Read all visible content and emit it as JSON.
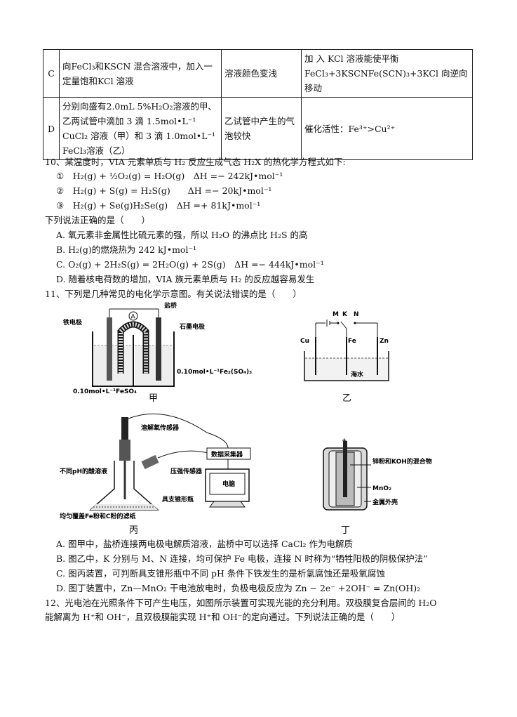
{
  "table": {
    "rows": [
      {
        "key": "C",
        "op": "向FeCl₃和KSCN 混合溶液中，加入一定量饱和KCl 溶液",
        "phenomenon": "溶液颜色变浅",
        "conclusion": "加 入 KCl 溶液能使平衡FeCl₃+3KSCNFe(SCN)₃+3KCl 向逆向移动"
      },
      {
        "key": "D",
        "op": "分别向盛有2.0mL 5%H₂O₂溶液的甲、乙两试管中滴加 3 滴 1.5mol•L⁻¹ CuCl₂ 溶液（甲）和 3 滴 1.0mol•L⁻¹ FeCl₃溶液（乙）",
        "phenomenon": "乙试管中产生的气泡较快",
        "conclusion": "催化活性：Fe³⁺>Cu²⁺"
      }
    ]
  },
  "q10": {
    "stem": "10、某温度时，VIA 元素单质与 H₂ 反应生成气态 H₂X 的热化学方程式如下:",
    "eq1": "①　H₂(g) + ½O₂(g) = H₂O(g)　ΔH =− 242kJ•mol⁻¹",
    "eq2": "②　H₂(g) + S(g) = H₂S(g)　　ΔH =− 20kJ•mol⁻¹",
    "eq3": "③　H₂(g) + Se(g)H₂Se(g)　ΔH =+ 81kJ•mol⁻¹",
    "ask": "下列说法正确的是（　　）",
    "A": "A. 氧元素非金属性比硫元素的强，所以 H₂O 的沸点比 H₂S 的高",
    "B": "B. H₂(g)的燃烧热为 242 kJ•mol⁻¹",
    "C": "C. O₂(g) + 2H₂S(g) = 2H₂O(g) + 2S(g)　ΔH =− 444kJ•mol⁻¹",
    "D": "D. 随着核电荷数的增加，VIA 族元素单质与 H₂ 的反应越容易发生"
  },
  "q11": {
    "stem": "11、下列是几种常见的电化学示意图。有关说法错误的是（　　）",
    "fig_jia": {
      "caption": "甲",
      "salt_bridge": "盐桥",
      "iron": "铁电极",
      "graphite": "石墨电极",
      "feso4": "0.10mol•L⁻¹FeSO₄",
      "fe2so43": "0.10mol•L⁻¹Fe₂(SO₄)₃",
      "ammeter": "A"
    },
    "fig_yi": {
      "caption": "乙",
      "M": "M",
      "K": "K",
      "N": "N",
      "cu": "Cu",
      "fe": "Fe",
      "zn": "Zn",
      "sea": "海水"
    },
    "fig_bing": {
      "caption": "丙",
      "o2": "溶解氧传感器",
      "daq": "数据采集器",
      "ph": "不同pH的酸溶液",
      "press": "压强传感器",
      "pc": "电脑",
      "flask": "具支锥形瓶",
      "paper": "均匀覆盖Fe粉和C粉的滤纸"
    },
    "fig_ding": {
      "caption": "丁",
      "plus": "+",
      "znkoh": "锌粉和KOH的混合物",
      "mno2": "MnO₂",
      "shell": "金属外壳"
    },
    "A": "A. 图甲中，盐桥连接两电极电解质溶液，盐桥中可以选择 CaCl₂ 作为电解质",
    "B": "B. 图乙中，K 分别与 M、N 连接，均可保护 Fe 电极，连接 N 时称为“牺牲阳极的阴极保护法”",
    "C": "C. 图丙装置，可判断具支锥形瓶中不同 pH 条件下铁发生的是析氢腐蚀还是吸氧腐蚀",
    "D": "D. 图丁装置中，Zn—MnO₂ 干电池放电时，负极电极反应为 Zn − 2e⁻ +2OH⁻ = Zn(OH)₂"
  },
  "q12": {
    "l1": "12、光电池在光照条件下可产生电压，如图所示装置可实现光能的充分利用。双极膜复合层间的 H₂O",
    "l2": "能解离为 H⁺和 OH⁻，且双极膜能实现 H⁺和 OH⁻的定向通过。下列说法正确的是（　　）"
  }
}
